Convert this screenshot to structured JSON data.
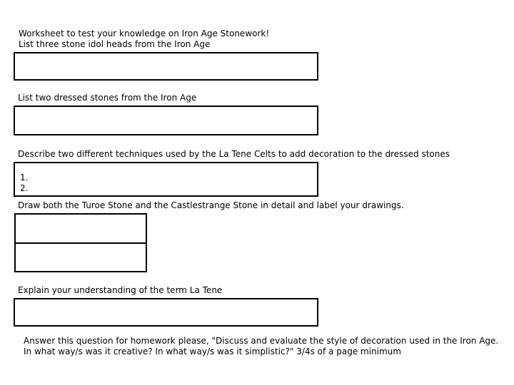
{
  "worksheet": {
    "title": "Worksheet to test your knowledge on Iron Age Stonework!",
    "questions": [
      {
        "label": "List three stone idol heads from the Iron Age"
      },
      {
        "label": "List two dressed stones from the Iron Age"
      },
      {
        "label": "Describe two different techniques used by the La Tene Celts to add decoration to the dressed stones",
        "box_items": [
          "1.",
          "2."
        ]
      },
      {
        "label": "Draw both the Turoe Stone and the Castlestrange Stone in detail and label your drawings."
      },
      {
        "label": "Explain your understanding of the term La Tene"
      }
    ],
    "homework": {
      "line1": "Answer this question for homework please, \"Discuss and evaluate the style of decoration used in the Iron Age.",
      "line2": "In what way/s was it creative? In what way/s was it simplistic?\" 3/4s of a page minimum"
    },
    "colors": {
      "background": "#ffffff",
      "text": "#000000",
      "box_border": "#000000"
    }
  }
}
